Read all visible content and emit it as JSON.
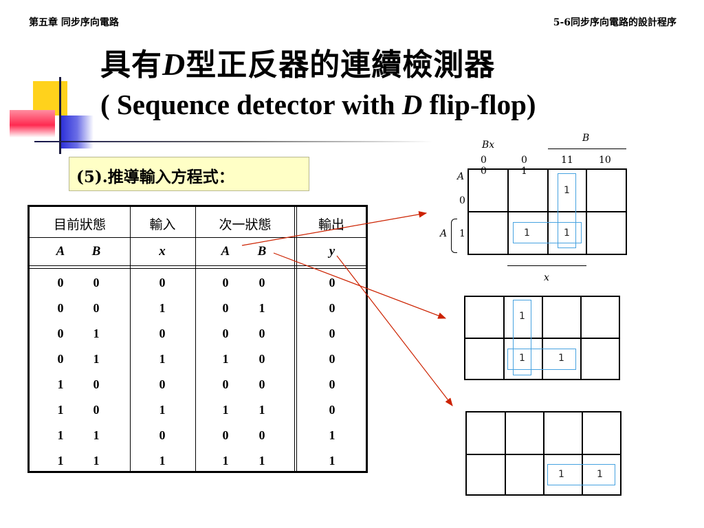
{
  "header": {
    "chapter": "第五章 同步序向電路",
    "section": "5-6同步序向電路的設計程序"
  },
  "title": {
    "line1_pre": "具有",
    "line1_var": "D",
    "line1_post": "型正反器的連續檢測器",
    "line2_pre": "( Sequence detector with ",
    "line2_var": "D",
    "line2_post": " flip-flop)"
  },
  "step_label": "(5).推導輸入方程式：",
  "truth_table": {
    "headers": [
      "目前狀態",
      "輸入",
      "次一狀態",
      "輸出"
    ],
    "subheaders": [
      "A",
      "B",
      "x",
      "A",
      "B",
      "y"
    ],
    "rows": [
      [
        "0",
        "0",
        "0",
        "0",
        "0",
        "0"
      ],
      [
        "0",
        "0",
        "1",
        "0",
        "1",
        "0"
      ],
      [
        "0",
        "1",
        "0",
        "0",
        "0",
        "0"
      ],
      [
        "0",
        "1",
        "1",
        "1",
        "0",
        "0"
      ],
      [
        "1",
        "0",
        "0",
        "0",
        "0",
        "0"
      ],
      [
        "1",
        "0",
        "1",
        "1",
        "1",
        "0"
      ],
      [
        "1",
        "1",
        "0",
        "0",
        "0",
        "1"
      ],
      [
        "1",
        "1",
        "1",
        "1",
        "1",
        "1"
      ]
    ]
  },
  "kmap_main": {
    "col_var": "Bx",
    "col_codes": [
      "0 0",
      "0 1",
      "11",
      "10"
    ],
    "b_label": "B",
    "row_var": "A",
    "row_codes": [
      "0",
      "1"
    ],
    "x_label": "x",
    "ones": [
      "1",
      "1",
      "1"
    ]
  },
  "kmap_b": {
    "ones": [
      "1",
      "1",
      "1"
    ]
  },
  "kmap_y": {
    "ones": [
      "1",
      "1"
    ]
  },
  "colors": {
    "arrow": "#cc2200",
    "group": "#46a2e0",
    "step_bg": "#ffffc6"
  }
}
